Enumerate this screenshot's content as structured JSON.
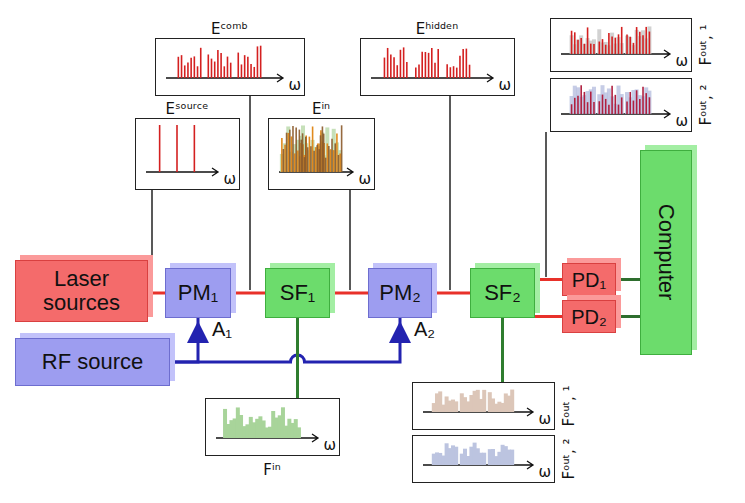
{
  "diagram": {
    "nodes": [
      {
        "text": [
          "Laser sources"
        ]
      },
      {
        "text": [
          "PM₁"
        ]
      },
      {
        "text": [
          "SF₁"
        ]
      },
      {
        "text": [
          "PM₂"
        ]
      },
      {
        "text": [
          "SF₂"
        ]
      },
      {
        "text": [
          "PD₁"
        ]
      },
      {
        "text": [
          "PD₂"
        ]
      },
      {
        "text": [
          "Computer"
        ]
      },
      {
        "text": [
          "RF source"
        ]
      },
      {
        "text": [
          "Eˢᵒᵘʳᶜᵉ",
          "ω"
        ]
      },
      {
        "text": [
          "Eᶜᵒᵐᵇ",
          "ω"
        ]
      },
      {
        "text": [
          "Eⁱⁿ",
          "ω"
        ]
      },
      {
        "text": [
          "Eʰⁱᵈᵈᵉⁿ",
          "ω"
        ]
      },
      {
        "text": [
          "Fᵒᵘᵗ, ¹",
          "ω"
        ]
      },
      {
        "text": [
          "Fᵒᵘᵗ, ²",
          "ω"
        ]
      },
      {
        "text": [
          "Fⁱⁿ",
          "ω"
        ]
      },
      {
        "text": [
          "Fᵒᵘᵗ, ¹",
          "ω"
        ]
      },
      {
        "text": [
          "Fᵒᵘᵗ, ²",
          "ω"
        ]
      }
    ],
    "edges": [
      {
        "from": 0,
        "to": 1,
        "arrow": "none"
      },
      {
        "from": 1,
        "to": 2,
        "arrow": "none"
      },
      {
        "from": 2,
        "to": 3,
        "arrow": "none"
      },
      {
        "from": 3,
        "to": 4,
        "arrow": "none"
      },
      {
        "from": 4,
        "to": 5,
        "arrow": "none"
      },
      {
        "from": 4,
        "to": 6,
        "arrow": "none"
      },
      {
        "from": 5,
        "to": 7,
        "arrow": "none"
      },
      {
        "from": 6,
        "to": 7,
        "arrow": "none"
      },
      {
        "from": 8,
        "to": 1,
        "arrow": "none"
      },
      {
        "from": 8,
        "to": 3,
        "arrow": "none"
      },
      {
        "from": 2,
        "to": 15,
        "arrow": "none"
      },
      {
        "from": 4,
        "to": 16,
        "arrow": "none"
      }
    ],
    "labels": [
      "A₁",
      "A₂"
    ]
  }
}
